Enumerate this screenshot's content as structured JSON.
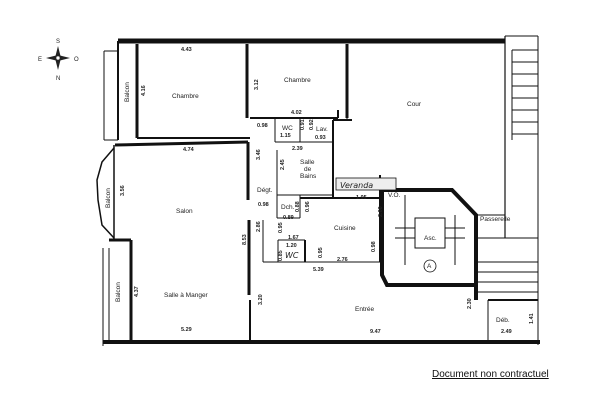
{
  "compass": {
    "n": "S",
    "s": "N",
    "w": "E",
    "e": "O"
  },
  "rooms": {
    "chambre1": "Chambre",
    "chambre2": "Chambre",
    "cour": "Cour",
    "balcon_top": "Balcon",
    "balcon_mid": "Balcon",
    "balcon_bottom": "Balcon",
    "salon": "Salon",
    "salle_a_manger": "Salle à Manger",
    "wc_top": "WC",
    "lav": "Lav.",
    "salle_de_bains_1": "Salle",
    "salle_de_bains_2": "de",
    "salle_de_bains_3": "Bains",
    "degt": "Dégt.",
    "dch": "Dch.",
    "veranda": "Veranda",
    "vo": "V.O.",
    "cuisine": "Cuisine",
    "asc": "Asc.",
    "asc_marker": "A",
    "passerelle": "Passerelle",
    "wc_bottom": "WC",
    "entree": "Entrée",
    "deb": "Déb."
  },
  "dimensions": {
    "d_443": "4.43",
    "d_416": "4.16",
    "d_312": "3.12",
    "d_402": "4.02",
    "d_098a": "0.98",
    "d_115": "1.15",
    "d_091": "0.91",
    "d_092": "0.92",
    "d_093": "0.93",
    "d_474": "4.74",
    "d_346": "3.46",
    "d_239": "2.39",
    "d_245": "2.45",
    "d_098b": "0.98",
    "d_356": "3.56",
    "d_089": "0.89",
    "d_088": "0.88",
    "d_096": "0.96",
    "d_195": "1.95",
    "d_200": "2.00",
    "d_286": "2.86",
    "d_095a": "0.95",
    "d_167": "1.67",
    "d_120": "1.20",
    "d_095b": "0.95",
    "d_085": "0.85",
    "d_276": "2.76",
    "d_098c": "0.98",
    "d_853": "8.53",
    "d_539": "5.39",
    "d_437": "4.37",
    "d_320": "3.20",
    "d_230": "2.30",
    "d_141": "1.41",
    "d_529": "5.29",
    "d_947": "9.47",
    "d_249": "2.49"
  },
  "disclaimer": "Document non contractuel"
}
